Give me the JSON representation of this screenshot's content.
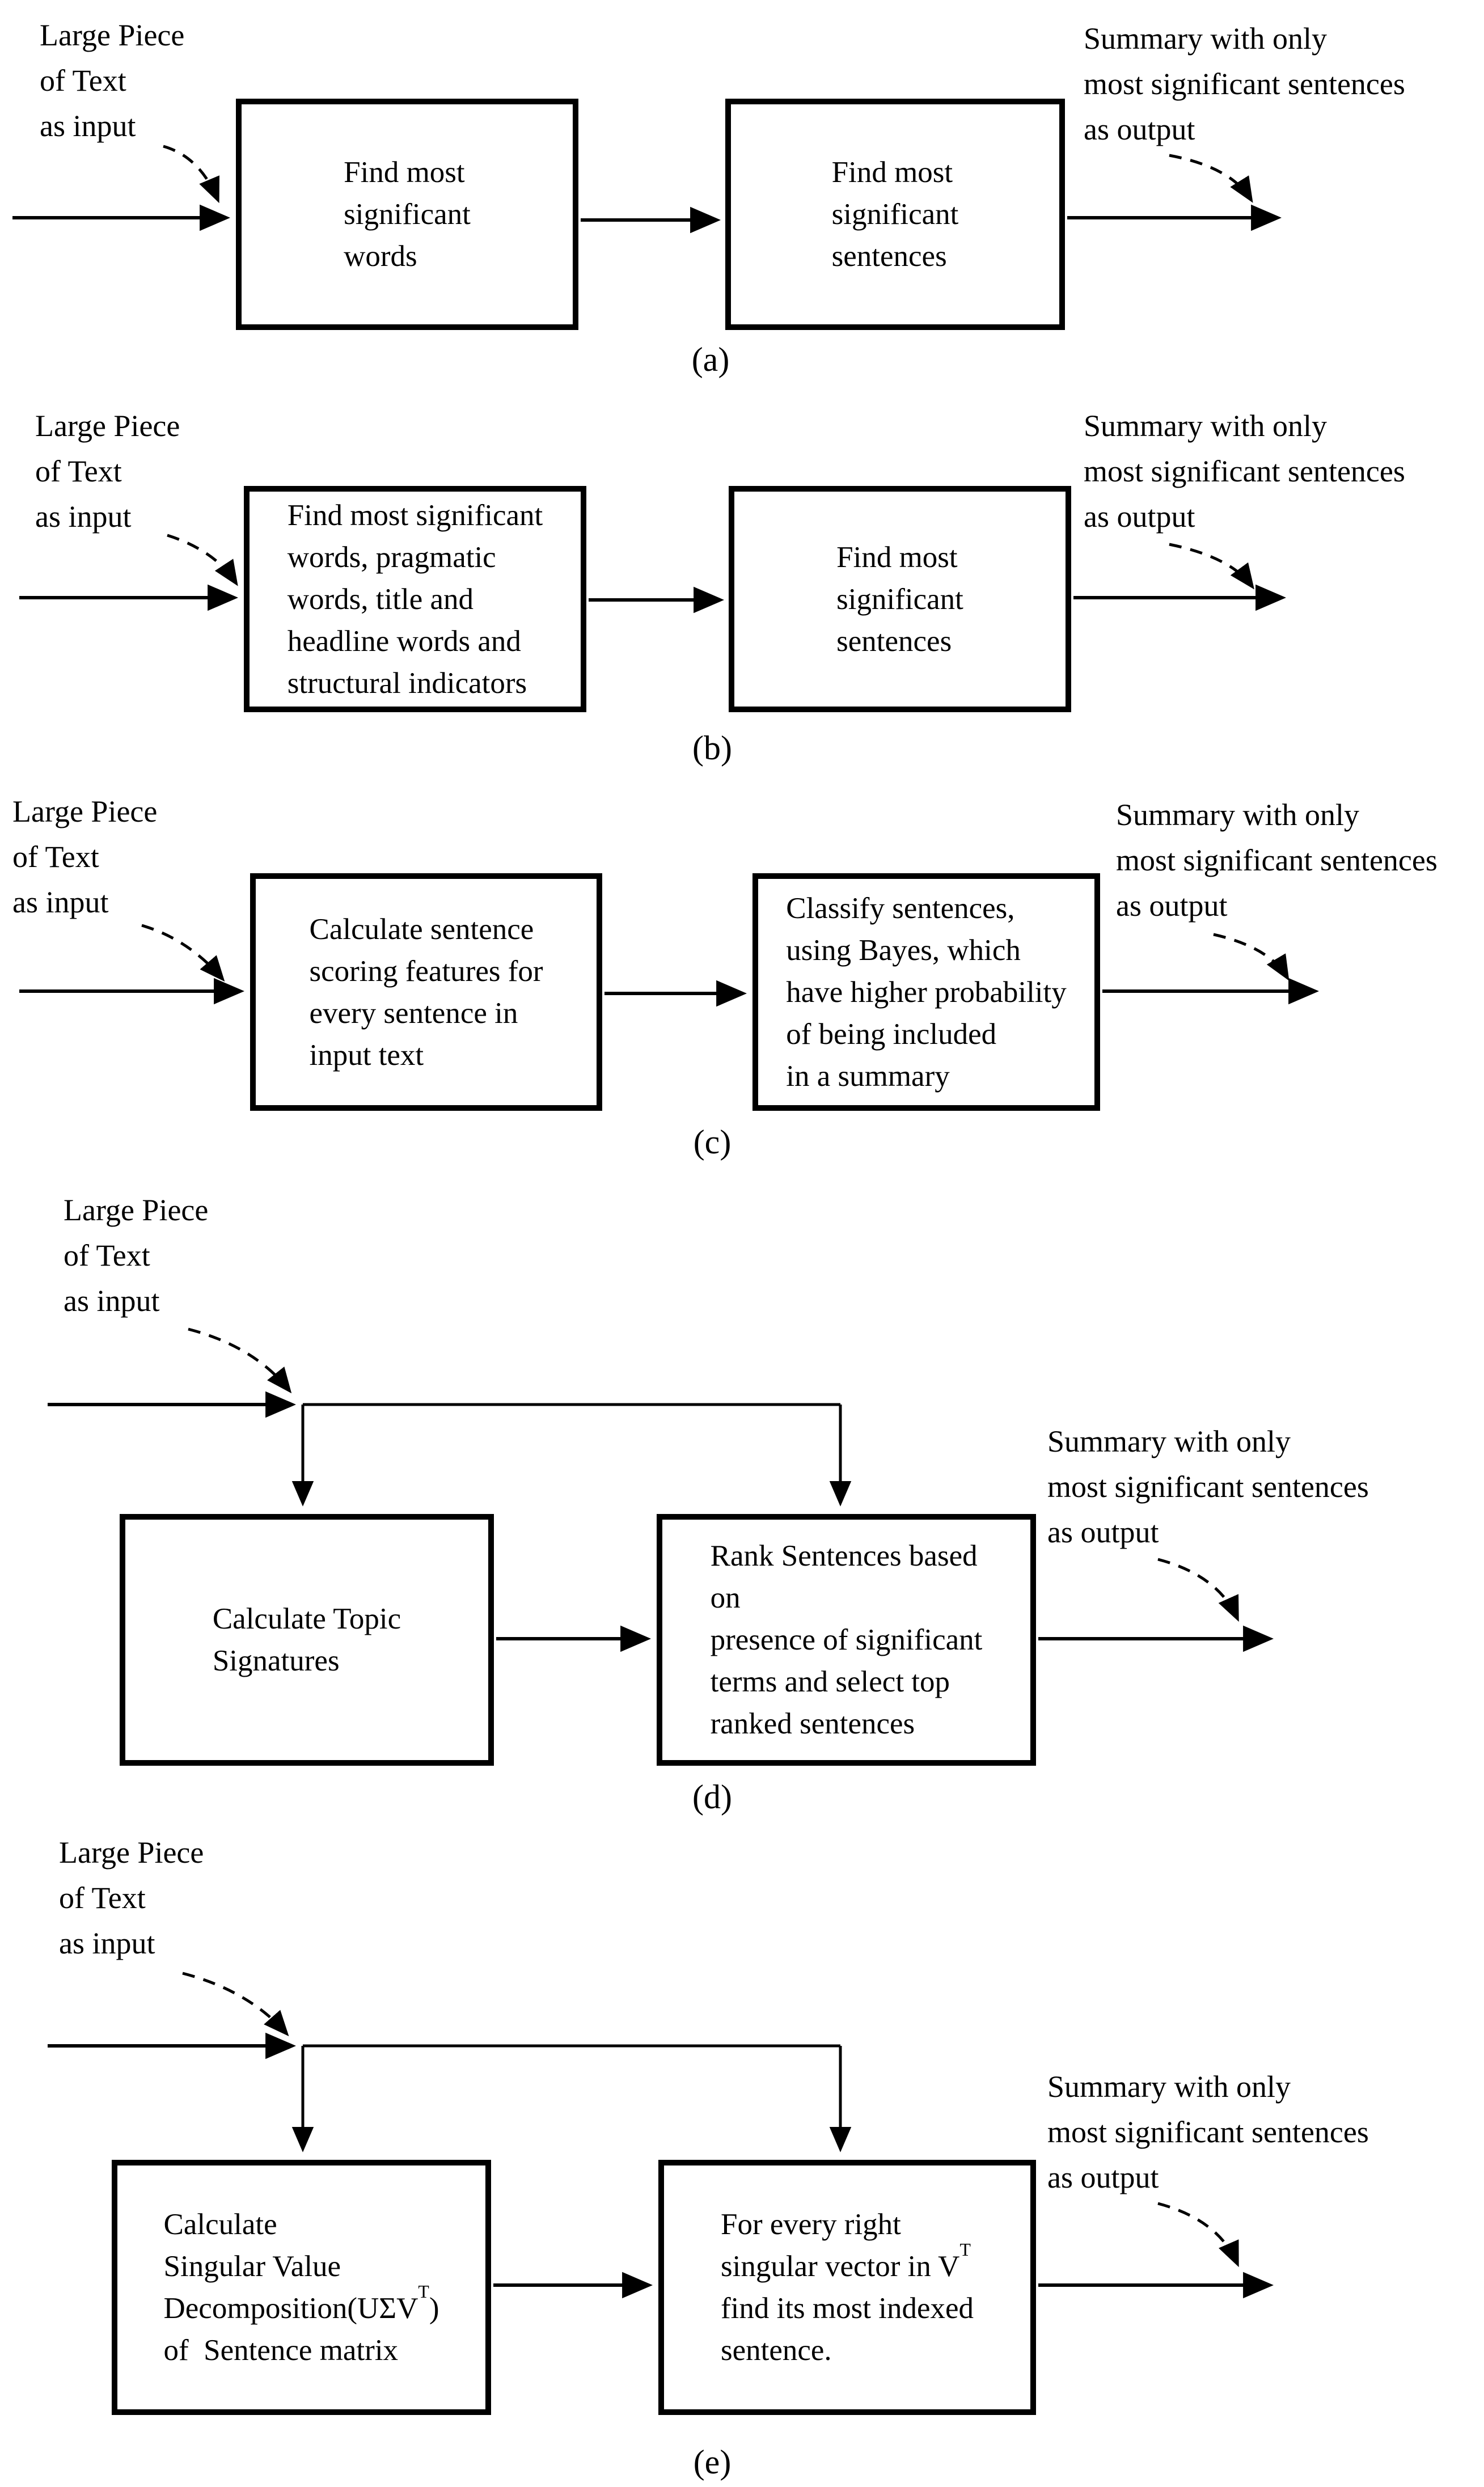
{
  "diagram": {
    "colors": {
      "ink": "#000000",
      "paper": "#ffffff"
    },
    "input_label_lines": [
      "Large Piece",
      "of Text",
      "as input"
    ],
    "output_label_lines": [
      "Summary with only",
      "most significant sentences",
      "as output"
    ],
    "sections": [
      {
        "id": "a",
        "caption": "(a)",
        "box1_lines": [
          "Find most",
          "significant",
          "words"
        ],
        "box2_lines": [
          "Find most",
          "significant",
          "sentences"
        ]
      },
      {
        "id": "b",
        "caption": "(b)",
        "box1_lines": [
          "Find most significant",
          "words, pragmatic",
          "words, title and",
          "headline words and",
          "structural indicators"
        ],
        "box2_lines": [
          "Find most",
          "significant",
          "sentences"
        ]
      },
      {
        "id": "c",
        "caption": "(c)",
        "box1_lines": [
          "Calculate sentence",
          "scoring features for",
          "every sentence in",
          "input text"
        ],
        "box2_lines": [
          "Classify sentences,",
          "using Bayes, which",
          "have higher probability",
          "of being included",
          "in a summary"
        ]
      },
      {
        "id": "d",
        "caption": "(d)",
        "box1_lines": [
          "Calculate Topic",
          "Signatures"
        ],
        "box2_lines": [
          "Rank Sentences based",
          "on",
          "presence of significant",
          "terms and select top",
          "ranked sentences"
        ]
      },
      {
        "id": "e",
        "caption": "(e)",
        "box1_lines": [
          "Calculate",
          "Singular Value",
          "Decomposition(UΣV|T|)",
          "of  Sentence matrix"
        ],
        "box2_lines": [
          "For every right",
          "singular vector in V|T|",
          "find its most indexed",
          "sentence."
        ]
      }
    ]
  }
}
